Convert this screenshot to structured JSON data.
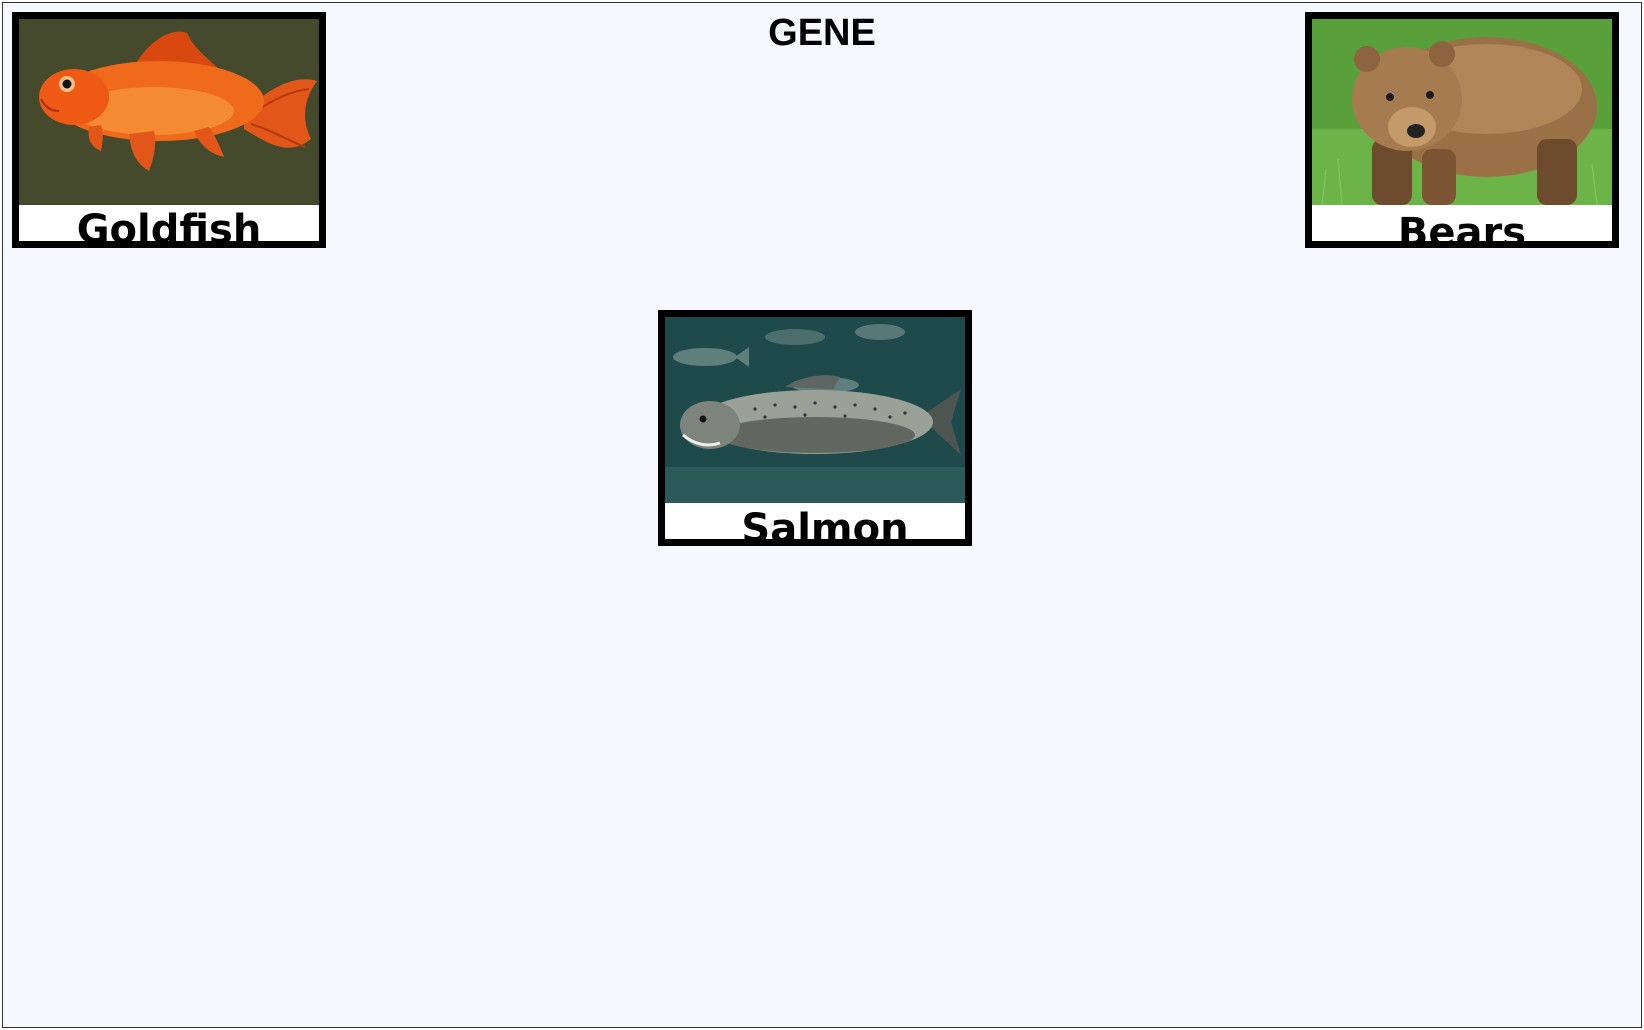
{
  "title": "GENE",
  "cards": [
    {
      "label": "Goldfish",
      "image": "goldfish-photo",
      "background": "#444a2b"
    },
    {
      "label": "Bears",
      "image": "brown-bear-photo",
      "background": "#5aa03a"
    },
    {
      "label": "Salmon",
      "image": "salmon-underwater-photo",
      "background": "#1f4a4c"
    }
  ]
}
